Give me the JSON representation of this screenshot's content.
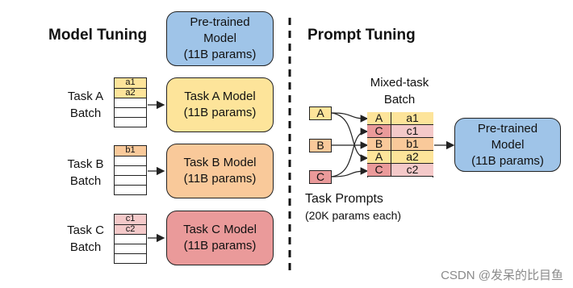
{
  "left": {
    "heading": "Model Tuning",
    "pretrained": {
      "line1": "Pre-trained",
      "line2": "Model",
      "line3": "(11B params)"
    },
    "tasks": [
      {
        "label1": "Task A",
        "label2": "Batch",
        "rows": [
          "a1",
          "a2",
          "",
          "",
          ""
        ],
        "model1": "Task A Model",
        "model2": "(11B params)",
        "fill": "#fde49a",
        "row_fill": "#fde49a"
      },
      {
        "label1": "Task B",
        "label2": "Batch",
        "rows": [
          "b1",
          "",
          "",
          "",
          ""
        ],
        "model1": "Task B Model",
        "model2": "(11B params)",
        "fill": "#f9c99a",
        "row_fill": "#f9c99a"
      },
      {
        "label1": "Task C",
        "label2": "Batch",
        "rows": [
          "c1",
          "c2",
          "",
          "",
          ""
        ],
        "model1": "Task C Model",
        "model2": "(11B params)",
        "fill": "#ea9a9a",
        "row_fill": "#f4c9c9"
      }
    ]
  },
  "right": {
    "heading": "Prompt Tuning",
    "batch_title1": "Mixed-task",
    "batch_title2": "Batch",
    "prompts": [
      {
        "label": "A",
        "fill": "#fde49a"
      },
      {
        "label": "B",
        "fill": "#f9c99a"
      },
      {
        "label": "C",
        "fill": "#ea9a9a"
      }
    ],
    "rows": [
      {
        "tag": "A",
        "value": "a1",
        "tag_fill": "#fde49a",
        "value_fill": "#fde49a"
      },
      {
        "tag": "C",
        "value": "c1",
        "tag_fill": "#ea9a9a",
        "value_fill": "#f4c9c9"
      },
      {
        "tag": "B",
        "value": "b1",
        "tag_fill": "#f9c99a",
        "value_fill": "#f9c99a"
      },
      {
        "tag": "A",
        "value": "a2",
        "tag_fill": "#fde49a",
        "value_fill": "#fde49a"
      },
      {
        "tag": "C",
        "value": "c2",
        "tag_fill": "#ea9a9a",
        "value_fill": "#f4c9c9"
      }
    ],
    "prompts_label1": "Task Prompts",
    "prompts_label2": "(20K params each)",
    "pretrained": {
      "line1": "Pre-trained",
      "line2": "Model",
      "line3": "(11B params)"
    }
  },
  "colors": {
    "pretrained": "#9fc4e8"
  },
  "watermark": "CSDN @发呆的比目鱼"
}
